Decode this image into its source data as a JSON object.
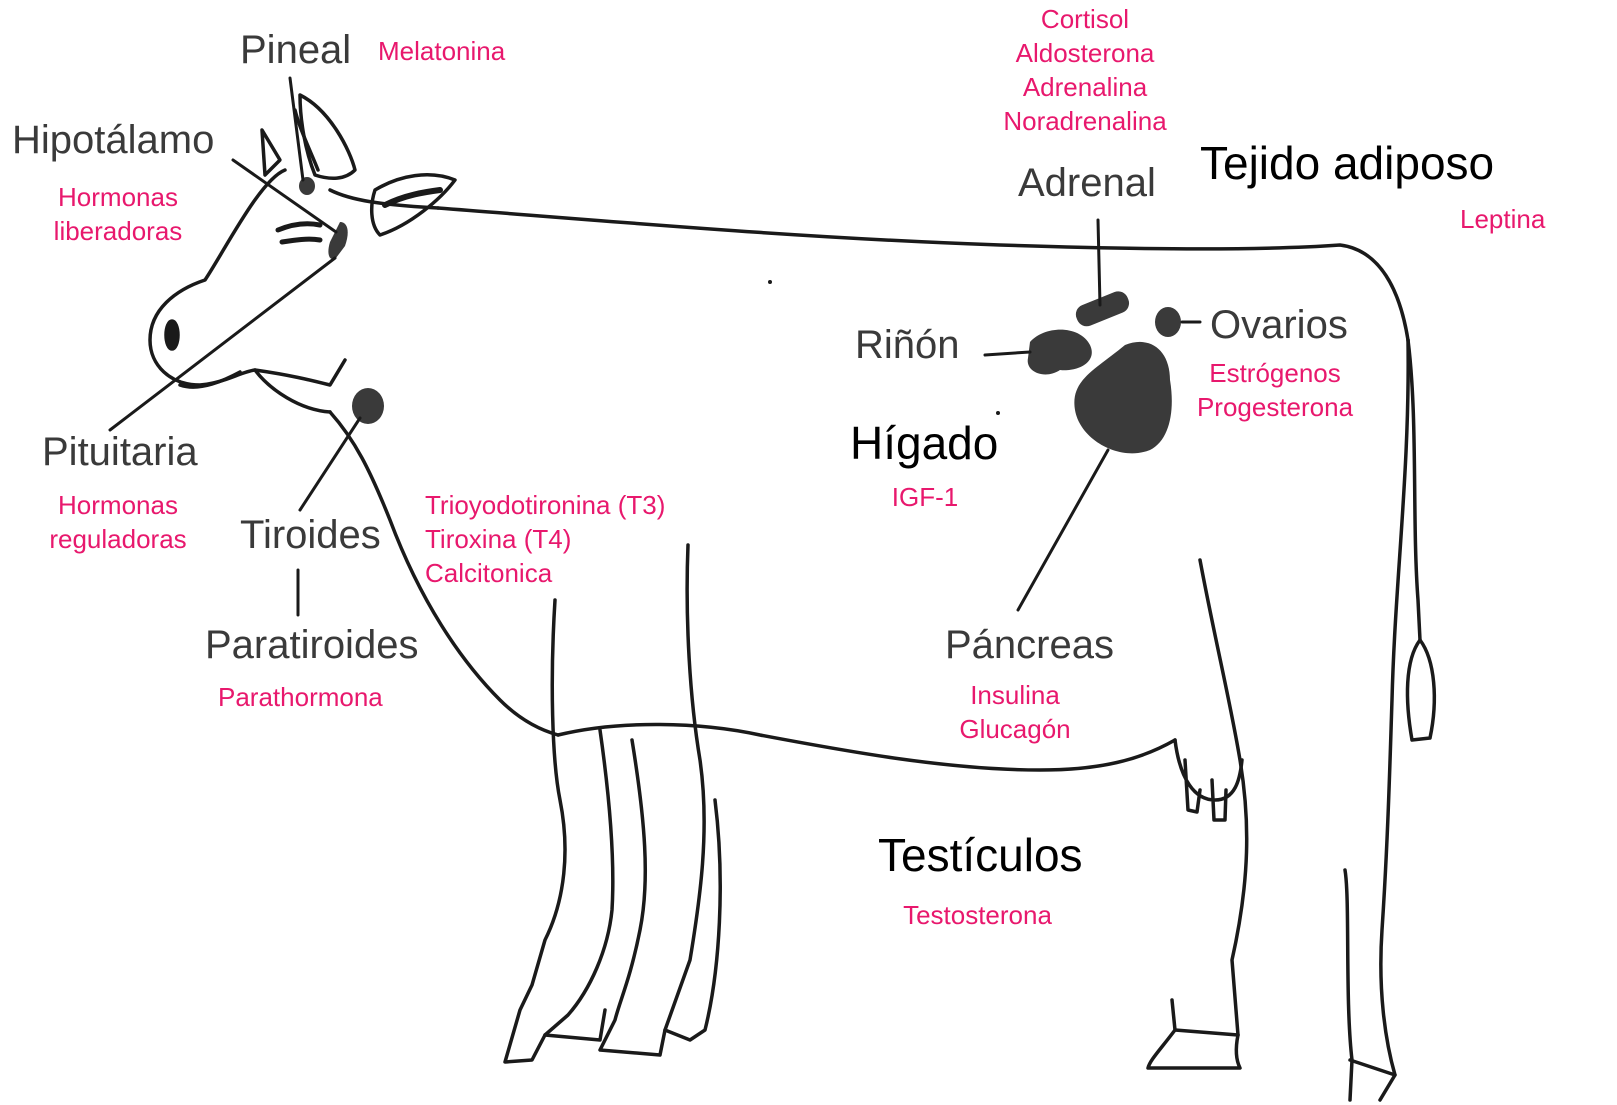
{
  "colors": {
    "organ_text": "#3a3a3a",
    "organ_text_emphasis": "#000000",
    "hormone_text": "#e8186d",
    "drawing_stroke": "#1a1a1a",
    "organ_fill": "#3a3a3a"
  },
  "organs": {
    "pineal": "Pineal",
    "hipotalamo": "Hipotálamo",
    "pituitaria": "Pituitaria",
    "tiroides": "Tiroides",
    "paratiroides": "Paratiroides",
    "adrenal": "Adrenal",
    "rinon": "Riñón",
    "ovarios": "Ovarios",
    "pancreas": "Páncreas",
    "higado": "Hígado",
    "tejido_adiposo": "Tejido adiposo",
    "testiculos": "Testículos"
  },
  "hormones": {
    "pineal": [
      "Melatonina"
    ],
    "hipotalamo": [
      "Hormonas",
      "liberadoras"
    ],
    "pituitaria": [
      "Hormonas",
      "reguladoras"
    ],
    "tiroides": [
      "Trioyodotironina (T3)",
      "Tiroxina (T4)",
      "Calcitonica"
    ],
    "paratiroides": [
      "Parathormona"
    ],
    "adrenal": [
      "Cortisol",
      "Aldosterona",
      "Adrenalina",
      "Noradrenalina"
    ],
    "ovarios": [
      "Estrógenos",
      "Progesterona"
    ],
    "higado": [
      "IGF-1"
    ],
    "pancreas": [
      "Insulina",
      "Glucagón"
    ],
    "tejido_adiposo": [
      "Leptina"
    ],
    "testiculos": [
      "Testosterona"
    ]
  }
}
